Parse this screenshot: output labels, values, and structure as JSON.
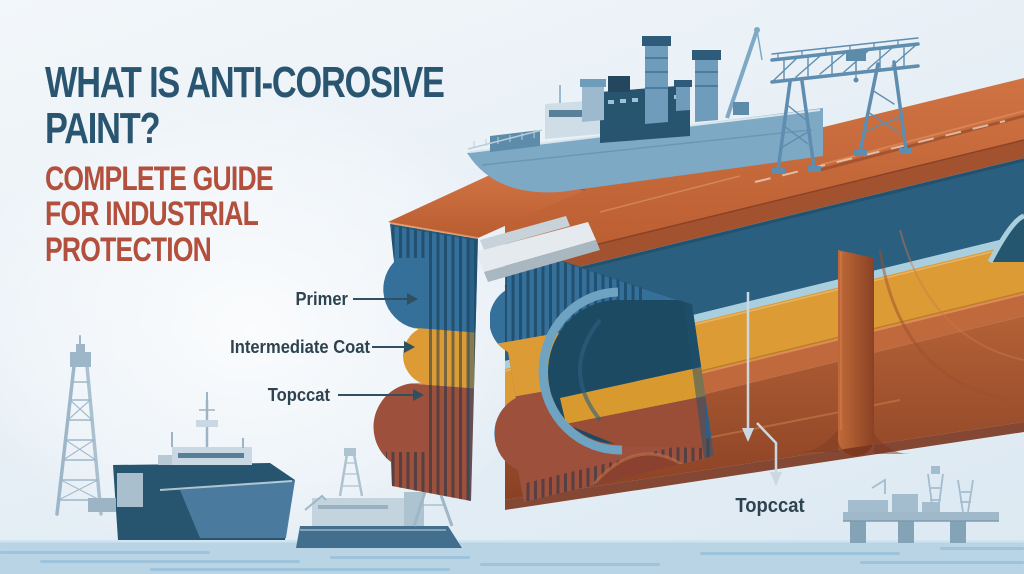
{
  "header": {
    "title": "WHAT IS ANTI-COROSIVE\nPAINT?",
    "subtitle": "COMPLETE GUIDE\nFOR INDUSTRIAL\nPROTECTION"
  },
  "callouts": {
    "primer": "Primer",
    "intermediate": "Intermediate Coat",
    "topcoat_left": "Topccat",
    "topcoat_bottom": "Topccat"
  },
  "colors": {
    "title": "#2a5570",
    "subtitle": "#b2503d",
    "label": "#2d4350",
    "primer": "#35709a",
    "intermediate": "#dc9b35",
    "topcoat": "#9d503c",
    "steel_orange": "#c0693c",
    "steel_dark": "#8a4124",
    "sea": "#b8d4e5",
    "ship_navy": "#27556f",
    "ship_steel": "#7ea9c5",
    "structure_blue": "#9db7c9",
    "arrow_dark": "#31505f",
    "arrow_light": "#ccd8df"
  }
}
